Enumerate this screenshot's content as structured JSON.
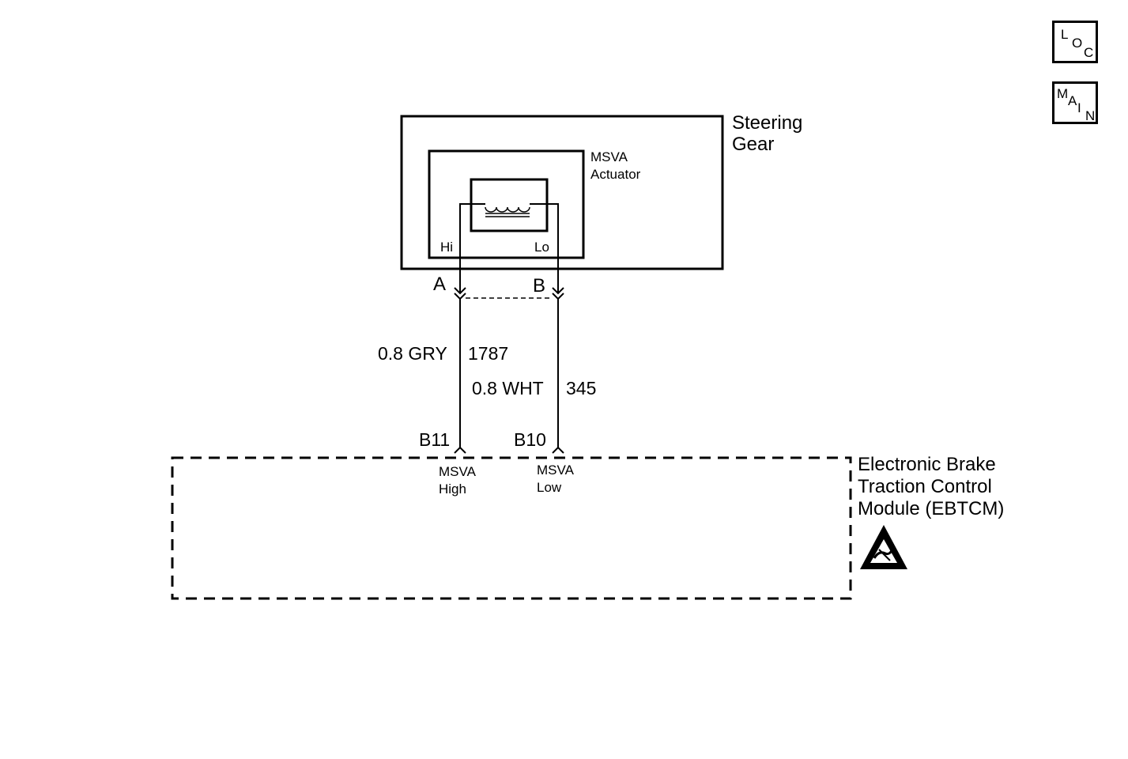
{
  "nav": {
    "loc": {
      "l1": "L",
      "l2": "O",
      "l3": "C"
    },
    "main": {
      "l1": "M",
      "l2": "A",
      "l3": "I",
      "l4": "N"
    }
  },
  "components": {
    "steering_gear": {
      "line1": "Steering",
      "line2": "Gear"
    },
    "actuator": {
      "line1": "MSVA",
      "line2": "Actuator"
    },
    "pin_hi": "Hi",
    "pin_lo": "Lo",
    "ebtcm": {
      "line1": "Electronic Brake",
      "line2": "Traction Control",
      "line3": "Module (EBTCM)"
    }
  },
  "connectors": {
    "a": "A",
    "b": "B",
    "b11": "B11",
    "b10": "B10"
  },
  "wires": {
    "hi": {
      "size_color": "0.8 GRY",
      "circuit": "1787"
    },
    "lo": {
      "size_color": "0.8 WHT",
      "circuit": "345"
    }
  },
  "terminals": {
    "high": {
      "line1": "MSVA",
      "line2": "High"
    },
    "low": {
      "line1": "MSVA",
      "line2": "Low"
    }
  },
  "icons": {
    "esd": "esd-warning-icon"
  }
}
